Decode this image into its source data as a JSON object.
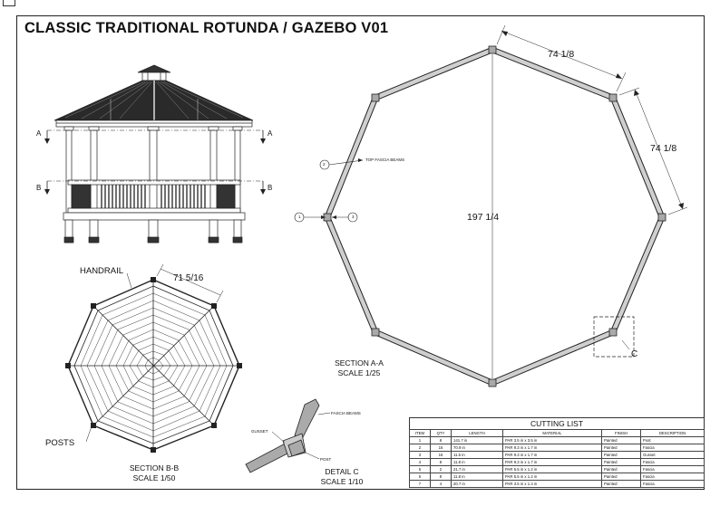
{
  "title": "CLASSIC TRADITIONAL ROTUNDA / GAZEBO V01",
  "elevation": {
    "marker_a": "A",
    "marker_b": "B"
  },
  "section_aa": {
    "label": "SECTION A-A",
    "scale": "SCALE 1/25",
    "dim_top": "74 1/8",
    "dim_right": "74 1/8",
    "dim_center": "197 1/4",
    "callout_top_fascia": "TOP FASCIA BEAMS",
    "bubble_1": "1",
    "bubble_2": "2",
    "bubble_3": "3",
    "detail_marker": "C"
  },
  "section_bb": {
    "label": "SECTION B-B",
    "scale": "SCALE 1/50",
    "handrail": "HANDRAIL",
    "posts": "POSTS",
    "dim": "71 5/16"
  },
  "detail_c": {
    "label": "DETAIL  C",
    "scale": "SCALE 1/10",
    "fascia": "FASCIA BEAMS",
    "gusset": "GUSSET",
    "post": "POST"
  },
  "cutting_list": {
    "title": "CUTTING LIST",
    "headers": [
      "ITEM",
      "QTY",
      "LENGTH",
      "MATERIAL",
      "FINISH",
      "DESCRIPTION"
    ],
    "rows": [
      [
        "1",
        "8",
        "141.7 in",
        "PAR 3.5 in x 3.5 in",
        "Painted",
        "Post"
      ],
      [
        "2",
        "16",
        "70.9 in",
        "PAR 9.3 in x 1.7 in",
        "Painted",
        "Fascia"
      ],
      [
        "3",
        "16",
        "11.5 in",
        "PAR 9.3 in x 1.7 in",
        "Painted",
        "Gusset"
      ],
      [
        "4",
        "8",
        "11.8 in",
        "PAR 9.3 in x 1.7 in",
        "Painted",
        "Fascia"
      ],
      [
        "5",
        "2",
        "21.7 in",
        "PAR 5.5 in x 1.2 in",
        "Painted",
        "Fascia"
      ],
      [
        "6",
        "8",
        "11.8 in",
        "PAR 5.5 in x 1.2 in",
        "Painted",
        "Fascia"
      ],
      [
        "7",
        "4",
        "20.7 in",
        "PAR 3.5 in x 1.4 in",
        "Painted",
        "Fascia"
      ]
    ]
  }
}
